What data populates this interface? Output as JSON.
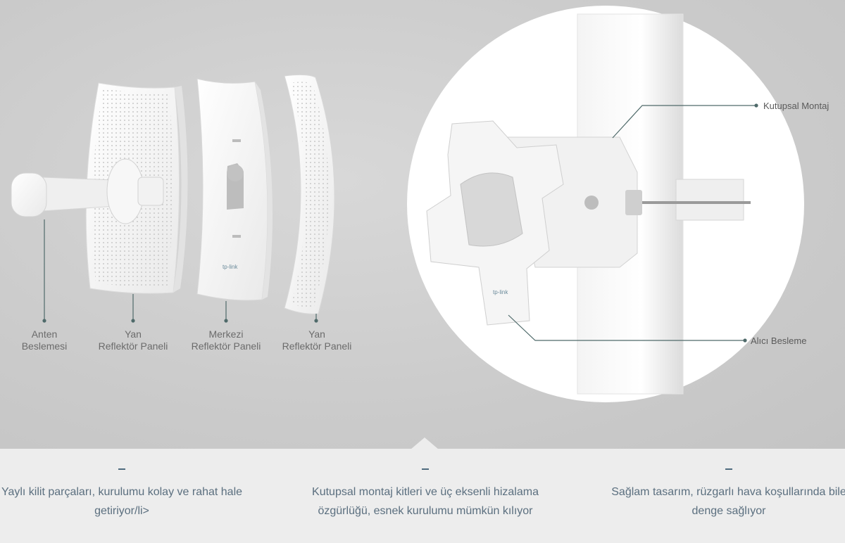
{
  "parts": [
    {
      "label": "Anten\nBeslemesi"
    },
    {
      "label": "Yan\nReflektör Paneli"
    },
    {
      "label": "Merkezi\nReflektör Paneli"
    },
    {
      "label": "Yan\nReflektör Paneli"
    }
  ],
  "callouts": {
    "mount": "Kutupsal Montaj",
    "feed": "Alıcı Besleme"
  },
  "features": [
    {
      "text": "Yaylı kilit parçaları, kurulumu kolay ve rahat hale getiriyor/li>"
    },
    {
      "text": "Kutupsal montaj kitleri ve üç eksenli hizalama özgürlüğü, esnek kurulumu mümkün kılıyor"
    },
    {
      "text": "Sağlam tasarım, rüzgarlı hava koşullarında bile denge sağlıyor"
    }
  ],
  "colors": {
    "accent": "#4f6b7e",
    "leader": "#4f6a6a",
    "background": "#cfcfcf",
    "panel": "#ededed"
  }
}
